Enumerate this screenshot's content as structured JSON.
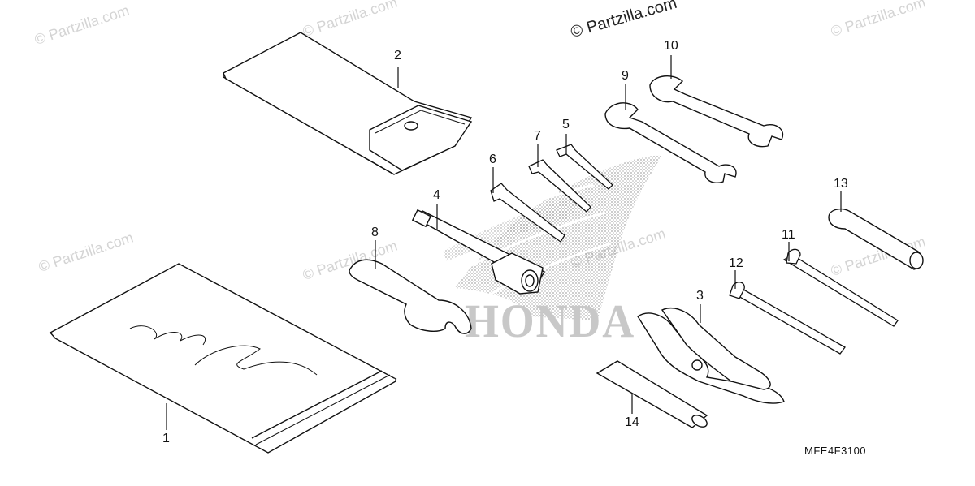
{
  "watermark": {
    "text": "© Partzilla.com",
    "main_text": "© Partzilla.com"
  },
  "brand_text": "HONDA",
  "diagram_code": "MFE4F3100",
  "callouts": [
    {
      "id": "1",
      "part": "bag"
    },
    {
      "id": "2",
      "part": "tool-pouch"
    },
    {
      "id": "3",
      "part": "pliers"
    },
    {
      "id": "4",
      "part": "spark-plug-wrench"
    },
    {
      "id": "5",
      "part": "hex-wrench-small"
    },
    {
      "id": "6",
      "part": "hex-wrench-large"
    },
    {
      "id": "7",
      "part": "hex-wrench-medium"
    },
    {
      "id": "8",
      "part": "pin-spanner"
    },
    {
      "id": "9",
      "part": "open-end-wrench-a"
    },
    {
      "id": "10",
      "part": "open-end-wrench-b"
    },
    {
      "id": "11",
      "part": "screwdriver-phillips"
    },
    {
      "id": "12",
      "part": "screwdriver-flat"
    },
    {
      "id": "13",
      "part": "screwdriver-grip"
    },
    {
      "id": "14",
      "part": "extension-bar"
    }
  ]
}
